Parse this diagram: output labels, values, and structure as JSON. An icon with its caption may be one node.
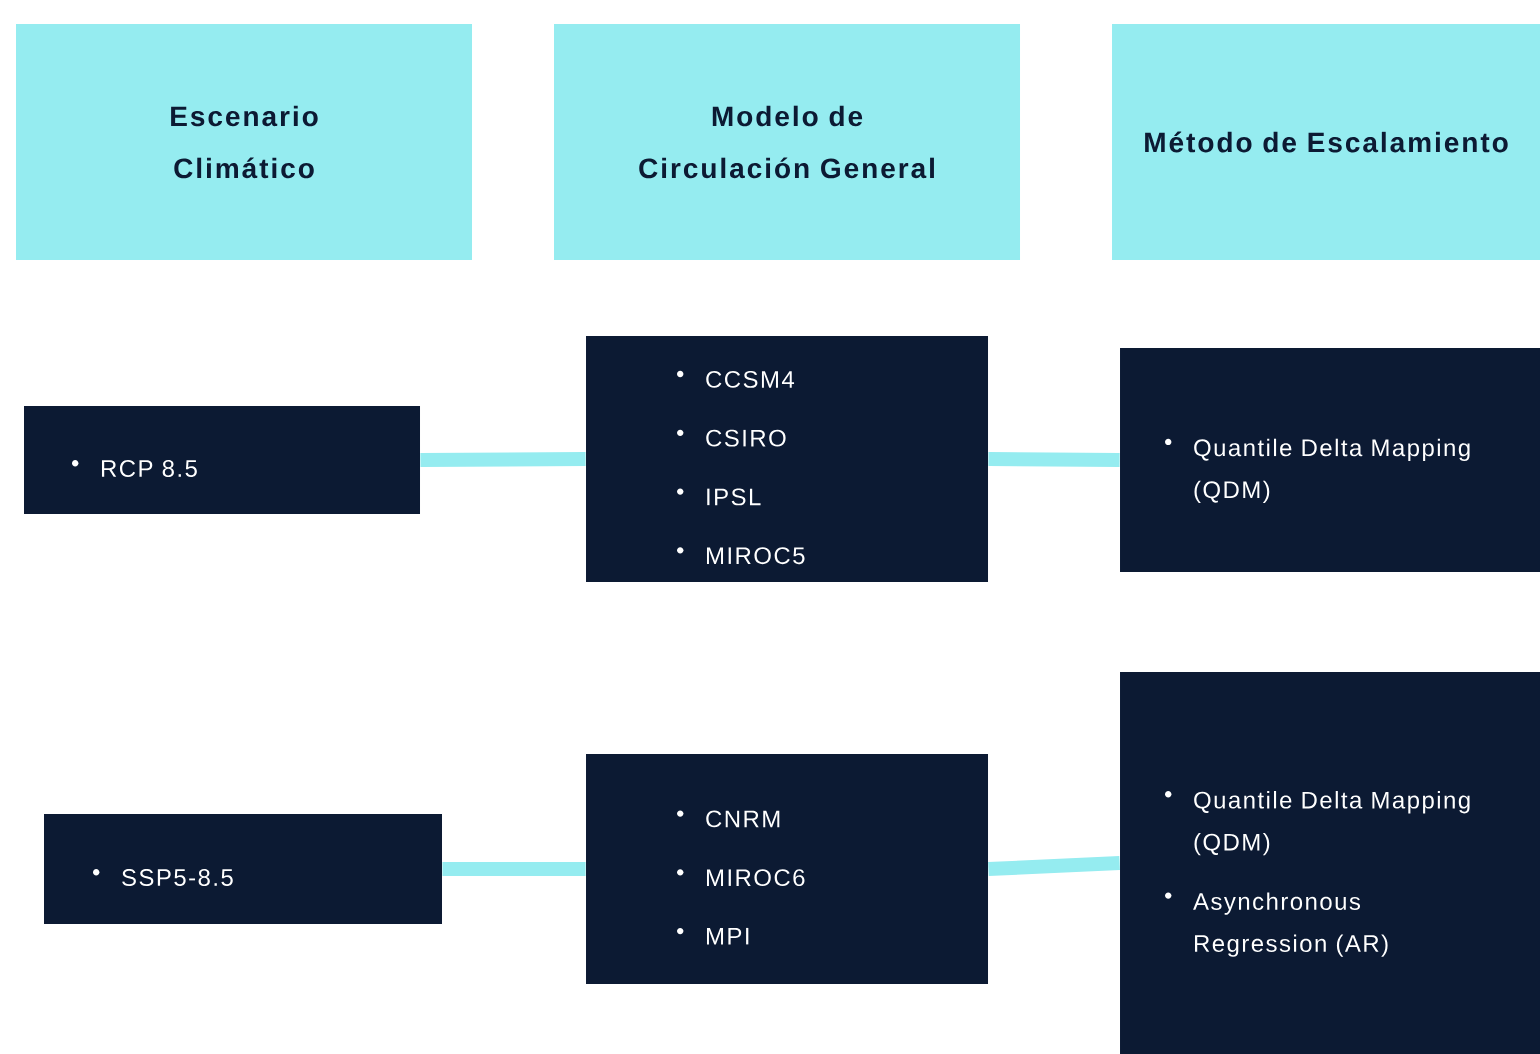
{
  "diagram": {
    "nodes": [
      {
        "text": [
          "Escenario Climático"
        ]
      },
      {
        "text": [
          "Modelo de Circulación General"
        ]
      },
      {
        "text": [
          "Método de Escalamiento"
        ]
      },
      {
        "text": [
          "RCP 8.5"
        ]
      },
      {
        "text": [
          "CCSM4",
          "CSIRO",
          "IPSL",
          "MIROC5"
        ]
      },
      {
        "text": [
          "Quantile Delta Mapping (QDM)"
        ]
      },
      {
        "text": [
          "SSP5-8.5"
        ]
      },
      {
        "text": [
          "CNRM",
          "MIROC6",
          "MPI"
        ]
      },
      {
        "text": [
          "Quantile Delta Mapping (QDM)",
          "Asynchronous Regression (AR)"
        ]
      }
    ],
    "edges": [
      {
        "from": 3,
        "to": 4,
        "arrow": "none"
      },
      {
        "from": 4,
        "to": 5,
        "arrow": "none"
      },
      {
        "from": 6,
        "to": 7,
        "arrow": "none"
      },
      {
        "from": 7,
        "to": 8,
        "arrow": "none"
      }
    ]
  }
}
